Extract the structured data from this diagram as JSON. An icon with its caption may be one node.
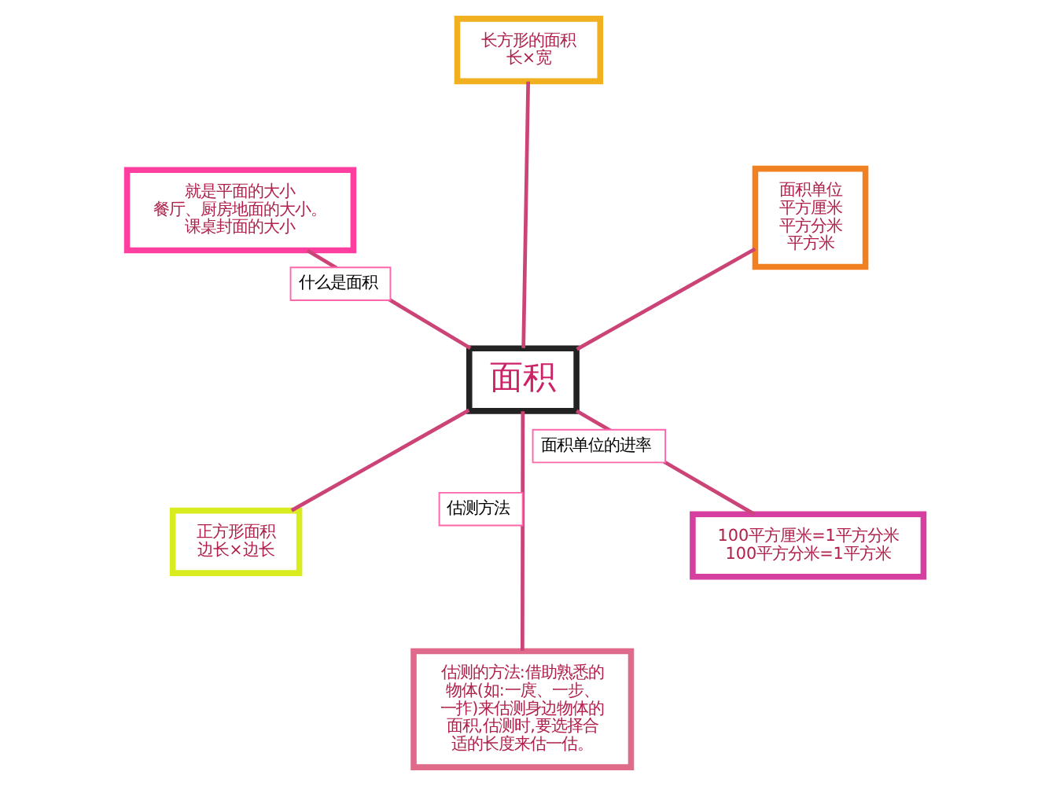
{
  "diagram": {
    "nodes": [
      {
        "text": [
          "面积"
        ]
      },
      {
        "text": [
          "100平方厘米=1平方分米",
          "100平方分米=1平方米"
        ]
      },
      {
        "text": [
          "估测的方法:借助熟悉的物体(如:一庹、一步、一拃)来估测身边物体的面积,估测时,要选择合适的长度来估一估。"
        ]
      },
      {
        "text": [
          "就是平面的大小",
          "餐厅、厨房地面的大小。",
          "课桌封面的大小"
        ]
      },
      {
        "text": [
          "面积单位",
          "平方厘米",
          "平方分米",
          "平方米"
        ]
      },
      {
        "text": [
          "长方形的面积",
          "长×宽"
        ]
      },
      {
        "text": [
          "正方形面积",
          "边长×边长"
        ]
      }
    ],
    "edges": [
      {
        "from": 0,
        "to": 1,
        "arrow": "none",
        "label": "面积单位的进率"
      },
      {
        "from": 0,
        "to": 2,
        "arrow": "none",
        "label": "估测方法"
      },
      {
        "from": 0,
        "to": 3,
        "arrow": "none",
        "label": "什么是面积"
      },
      {
        "from": 0,
        "to": 4,
        "arrow": "none"
      },
      {
        "from": 0,
        "to": 5,
        "arrow": "none"
      },
      {
        "from": 0,
        "to": 6,
        "arrow": "none"
      }
    ]
  }
}
